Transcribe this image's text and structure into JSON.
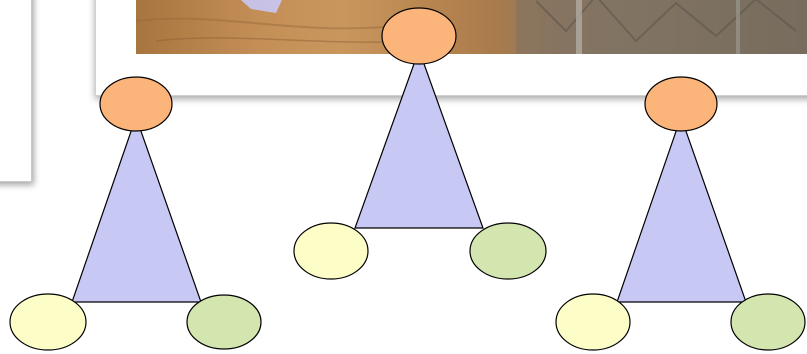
{
  "colors": {
    "triangle_fill": "#c8c8f5",
    "top_node_fill": "#fbb47a",
    "left_node_fill": "#fdfdc8",
    "right_node_fill": "#d3e6b0",
    "stroke": "#000000"
  },
  "diagrams": [
    {
      "name": "left-triangle-group"
    },
    {
      "name": "center-triangle-group"
    },
    {
      "name": "right-triangle-group"
    }
  ]
}
